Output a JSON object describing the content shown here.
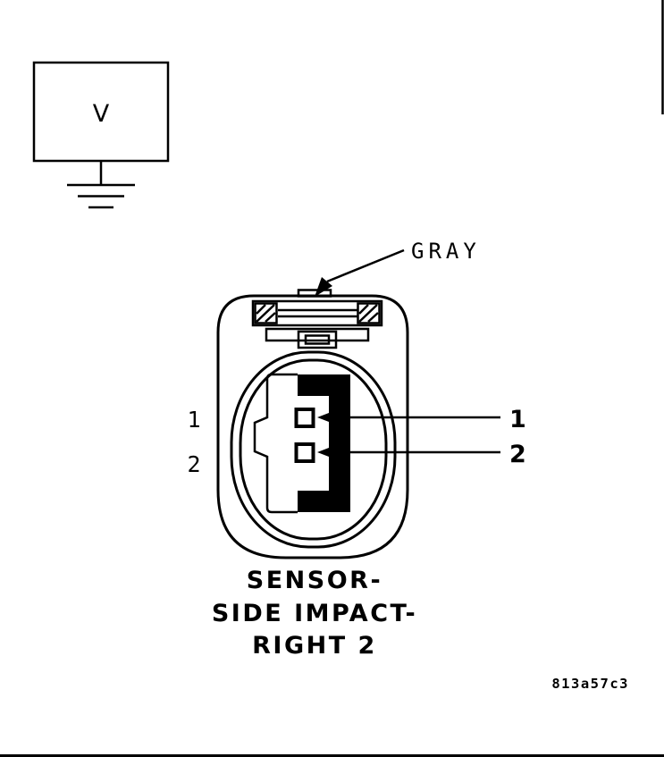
{
  "meter": {
    "label": "V"
  },
  "callout": {
    "color_label": "GRAY"
  },
  "connector": {
    "cavity_labels": [
      "1",
      "2"
    ],
    "pin_labels": [
      "1",
      "2"
    ],
    "name_lines": [
      "SENSOR-",
      "SIDE IMPACT-",
      "RIGHT 2"
    ]
  },
  "figure_code": "813a57c3",
  "colors": {
    "ink": "#000000",
    "background": "#ffffff"
  }
}
